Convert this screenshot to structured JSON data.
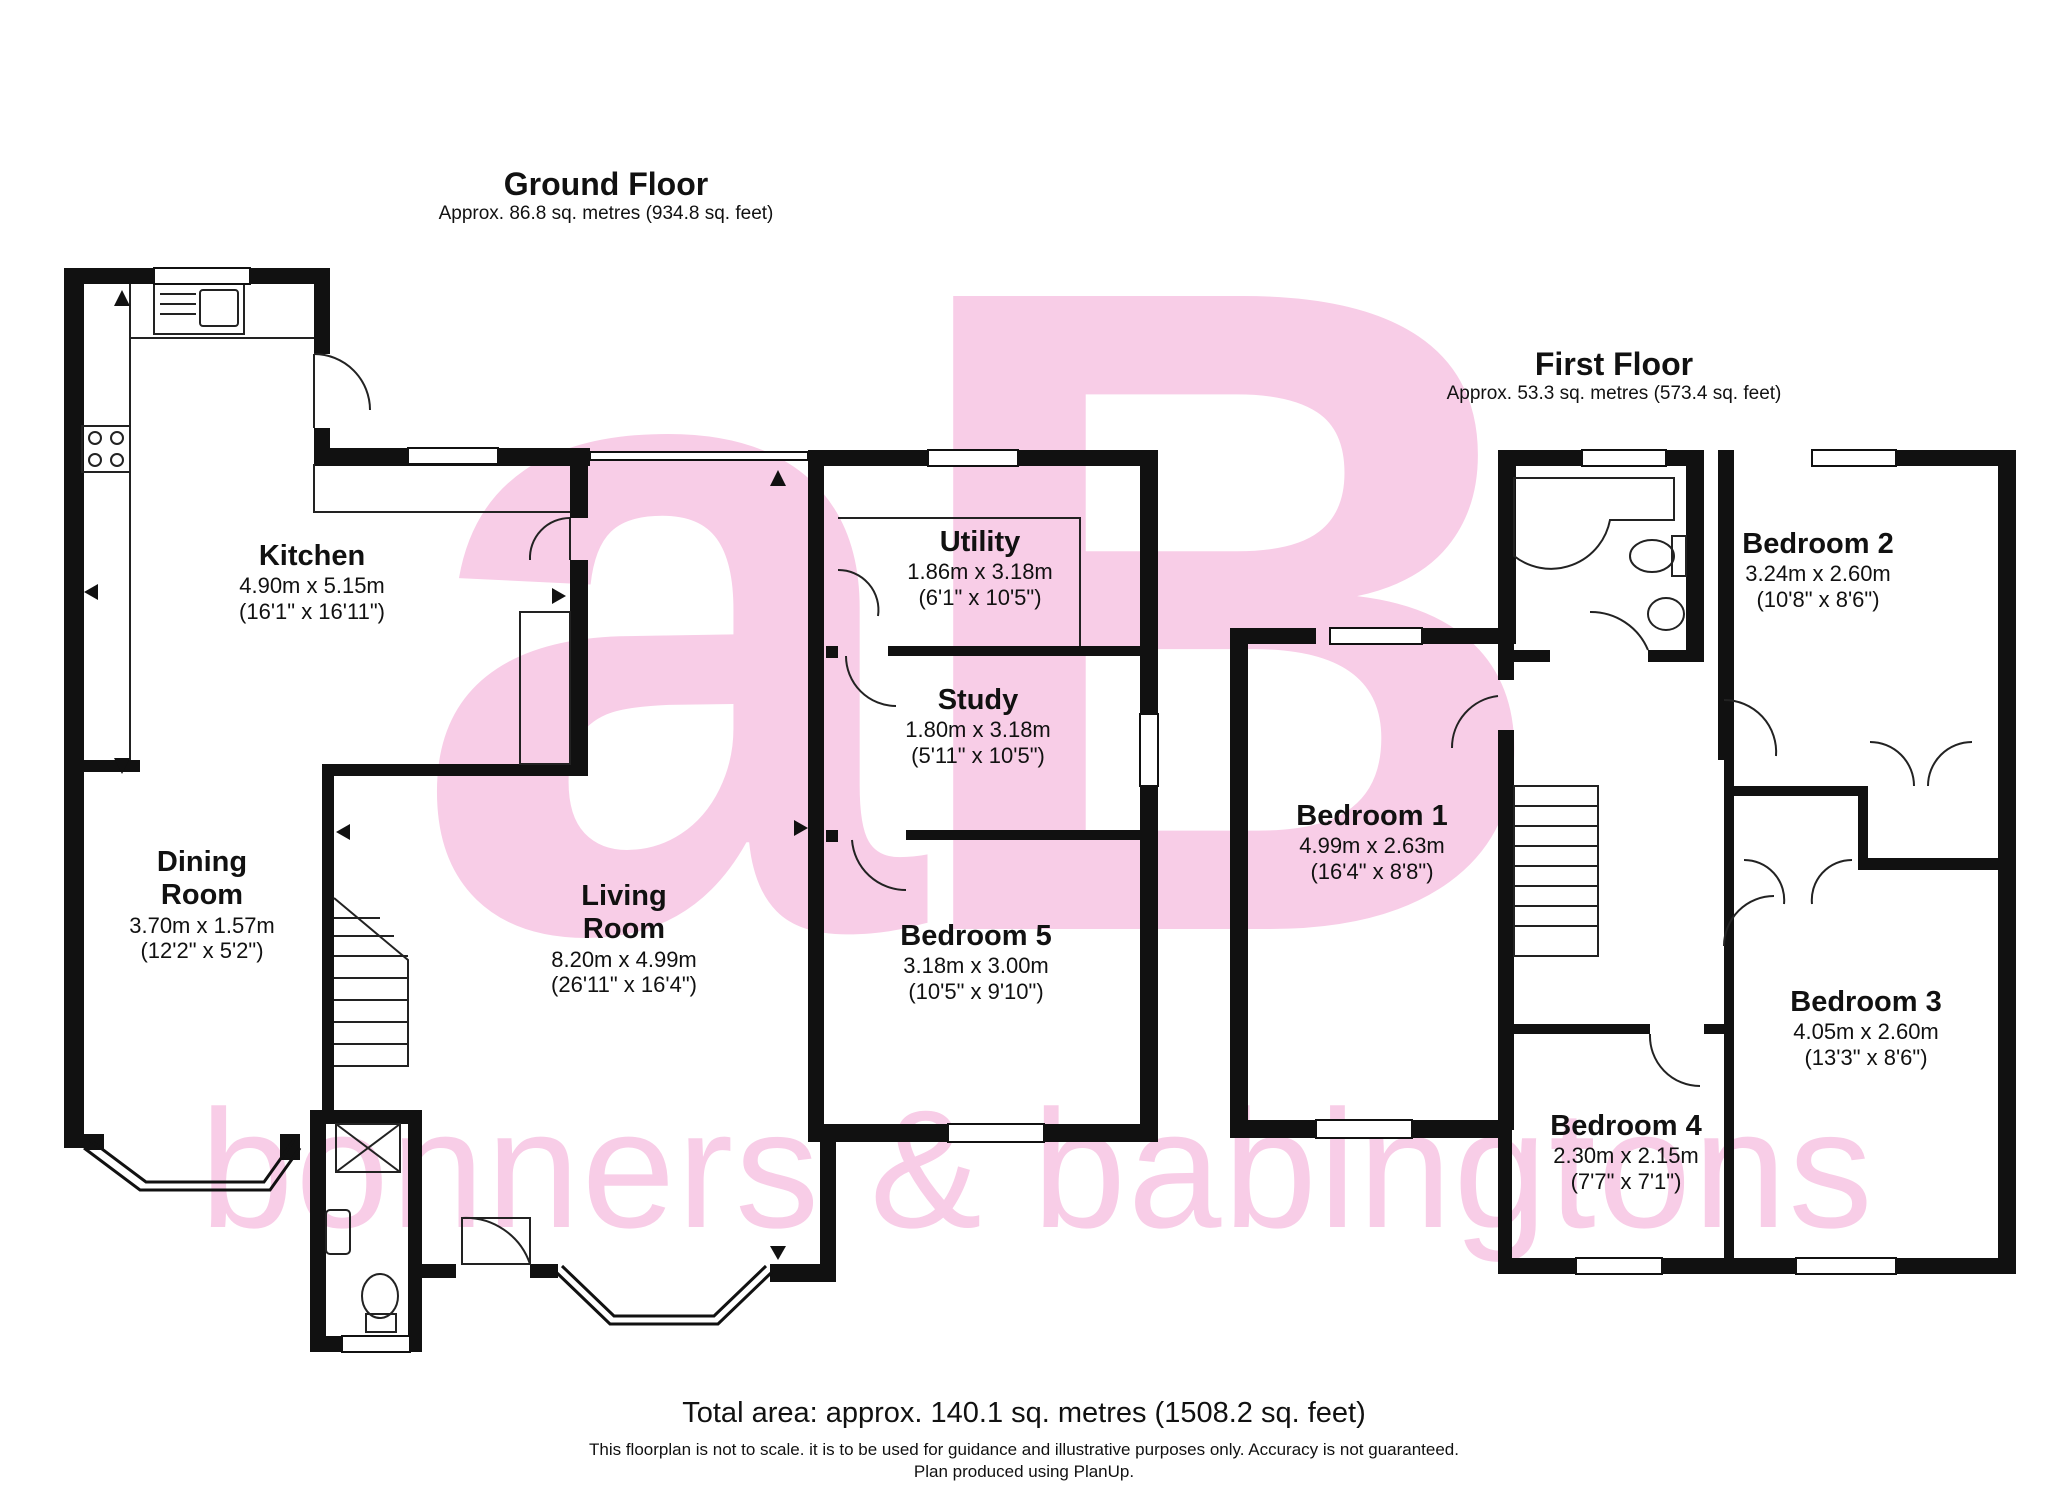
{
  "watermark": {
    "logo": "aB",
    "name": "bonners & babingtons"
  },
  "ground_floor": {
    "title": "Ground Floor",
    "area": "Approx. 86.8 sq. metres (934.8 sq. feet)",
    "rooms": {
      "kitchen": {
        "name": "Kitchen",
        "metric": "4.90m x 5.15m",
        "imperial": "(16'1\" x 16'11\")"
      },
      "dining": {
        "name1": "Dining",
        "name2": "Room",
        "metric": "3.70m x 1.57m",
        "imperial": "(12'2\" x 5'2\")"
      },
      "living": {
        "name1": "Living",
        "name2": "Room",
        "metric": "8.20m x 4.99m",
        "imperial": "(26'11\" x 16'4\")"
      },
      "utility": {
        "name": "Utility",
        "metric": "1.86m x 3.18m",
        "imperial": "(6'1\" x 10'5\")"
      },
      "study": {
        "name": "Study",
        "metric": "1.80m x 3.18m",
        "imperial": "(5'11\" x 10'5\")"
      },
      "bedroom5": {
        "name": "Bedroom 5",
        "metric": "3.18m x 3.00m",
        "imperial": "(10'5\" x 9'10\")"
      }
    }
  },
  "first_floor": {
    "title": "First Floor",
    "area": "Approx. 53.3 sq. metres (573.4 sq. feet)",
    "rooms": {
      "bedroom1": {
        "name": "Bedroom 1",
        "metric": "4.99m x 2.63m",
        "imperial": "(16'4\" x 8'8\")"
      },
      "bedroom2": {
        "name": "Bedroom 2",
        "metric": "3.24m x 2.60m",
        "imperial": "(10'8\" x 8'6\")"
      },
      "bedroom3": {
        "name": "Bedroom 3",
        "metric": "4.05m x 2.60m",
        "imperial": "(13'3\" x 8'6\")"
      },
      "bedroom4": {
        "name": "Bedroom 4",
        "metric": "2.30m x 2.15m",
        "imperial": "(7'7\" x 7'1\")"
      }
    }
  },
  "footer": {
    "total": "Total area: approx. 140.1 sq. metres (1508.2 sq. feet)",
    "disclaimer": "This floorplan is not to scale. it is to be used for guidance and illustrative purposes only. Accuracy is not guaranteed.",
    "credit": "Plan produced using PlanUp."
  },
  "colors": {
    "wall": "#111111",
    "watermark": "#f8cde7",
    "window": "#ffffff"
  }
}
